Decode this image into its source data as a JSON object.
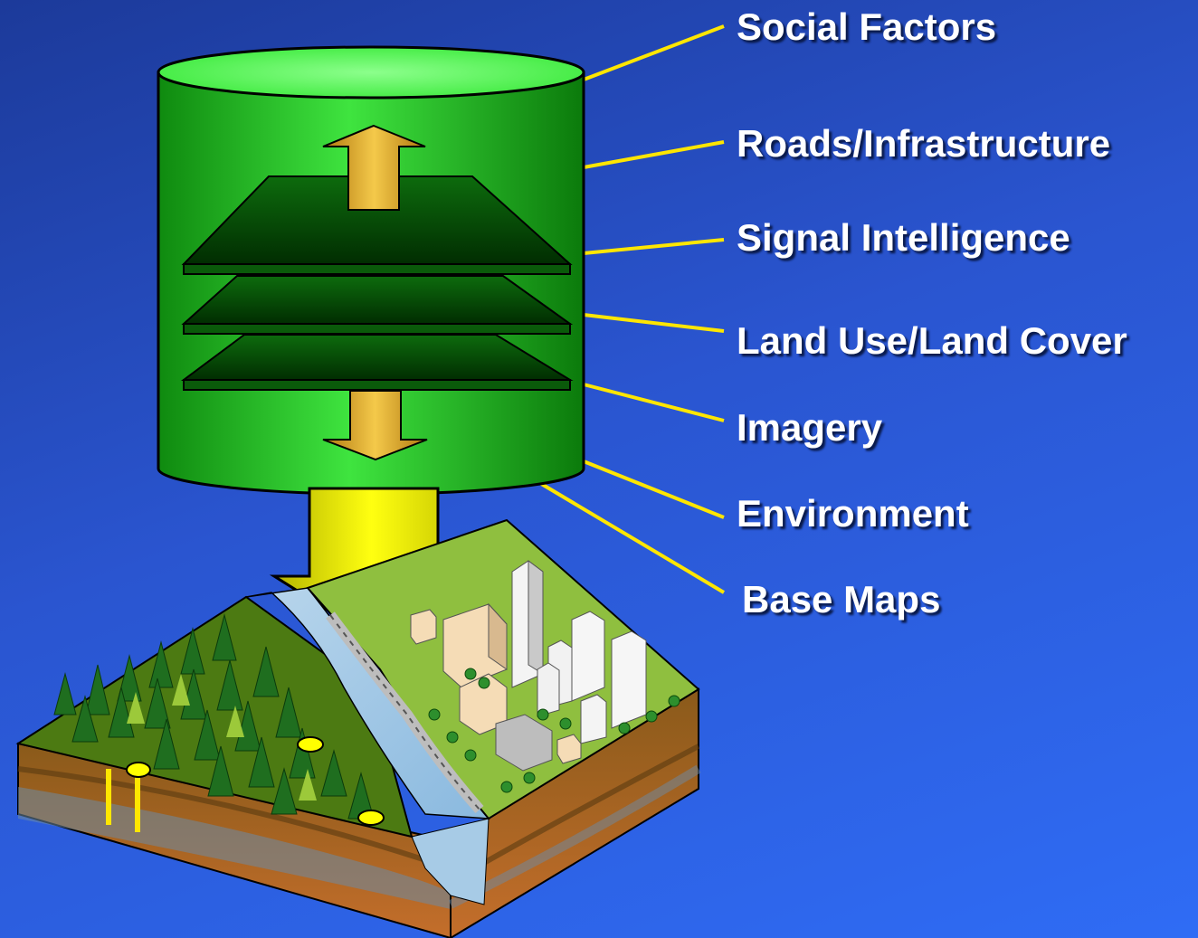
{
  "slide": {
    "background_colors": [
      "#1c3a9a",
      "#2f6cf5"
    ]
  },
  "layers": [
    {
      "id": "social",
      "label": "Social Factors"
    },
    {
      "id": "roads",
      "label": "Roads/Infrastructure"
    },
    {
      "id": "signal",
      "label": "Signal Intelligence"
    },
    {
      "id": "landuse",
      "label": "Land Use/Land Cover"
    },
    {
      "id": "imagery",
      "label": "Imagery"
    },
    {
      "id": "environment",
      "label": "Environment"
    },
    {
      "id": "basemaps",
      "label": "Base Maps"
    }
  ],
  "database": {
    "icon": "database-cylinder-icon",
    "color": "#2fd02f",
    "plates": 3
  },
  "arrows": {
    "up": "arrow-up-icon",
    "down": "arrow-down-icon",
    "big_down": "big-arrow-down-icon",
    "arrow_color": "#e8e800",
    "connector_color": "#ffe600"
  },
  "terrain": {
    "icon": "terrain-block-icon"
  }
}
